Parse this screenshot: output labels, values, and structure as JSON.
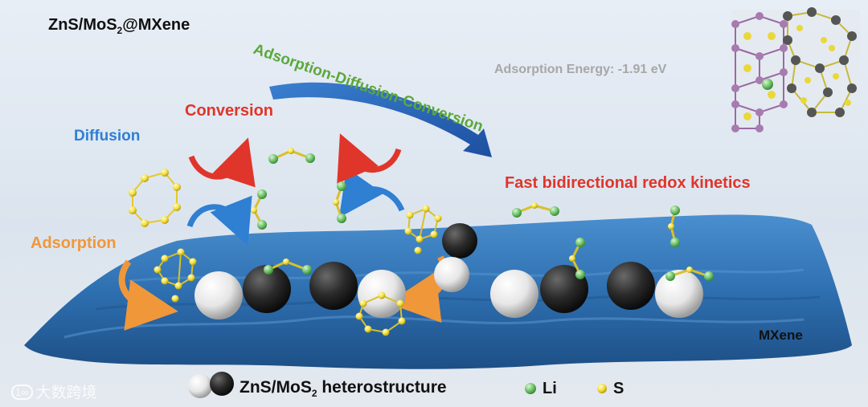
{
  "title": {
    "main": "ZnS/MoS",
    "sub": "2",
    "suffix": "@MXene"
  },
  "labels": {
    "process": "Adsorption-Diffusion-Conversion",
    "diffusion": "Diffusion",
    "conversion": "Conversion",
    "adsorption": "Adsorption",
    "fast_kinetics": "Fast bidirectional redox kinetics",
    "adsorption_energy": "Adsorption Energy: -1.91 eV",
    "mxene": "MXene"
  },
  "legend": {
    "heterostructure": {
      "main": "ZnS/MoS",
      "sub": "2",
      "suffix": " heterostructure"
    },
    "li": "Li",
    "s": "S"
  },
  "watermark": {
    "icon_text": "1∞",
    "text": "大数跨境"
  },
  "colors": {
    "mxene_blue": "#2e6fb0",
    "diffusion_blue": "#2f7fd3",
    "conversion_red": "#e0352a",
    "adsorption_orange": "#f0973a",
    "process_green": "#5aa83a",
    "sulfur_yellow": "#f3df3a",
    "lithium_green": "#6fc26a",
    "zns_white": "#f2f2f2",
    "mos2_dark": "#2b2b2b"
  }
}
